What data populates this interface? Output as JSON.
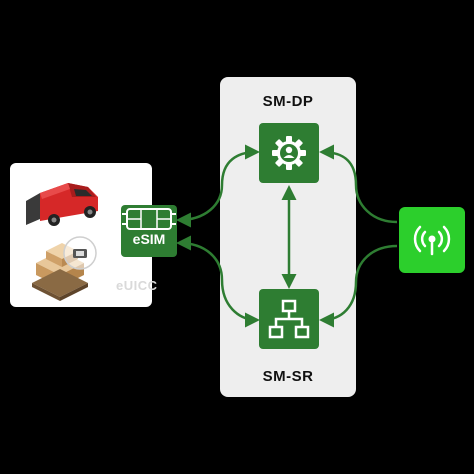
{
  "nodes": {
    "sm_dp": {
      "title": "SM-DP",
      "icon": "gear-user-icon"
    },
    "sm_sr": {
      "title": "SM-SR",
      "icon": "hierarchy-icon"
    },
    "euicc": {
      "chip_label": "eSIM",
      "caption": "eUICC",
      "icon": "sim-chip-icon"
    },
    "mno": {
      "icon": "antenna-signal-icon"
    }
  },
  "devices": [
    {
      "icon": "delivery-van-icon"
    },
    {
      "icon": "pallet-packages-icon"
    }
  ],
  "colors": {
    "background": "#000000",
    "panel": "#eeeeee",
    "node_green": "#2e7d32",
    "mno_green": "#2ccf2c",
    "arrow": "#2e7d32"
  }
}
